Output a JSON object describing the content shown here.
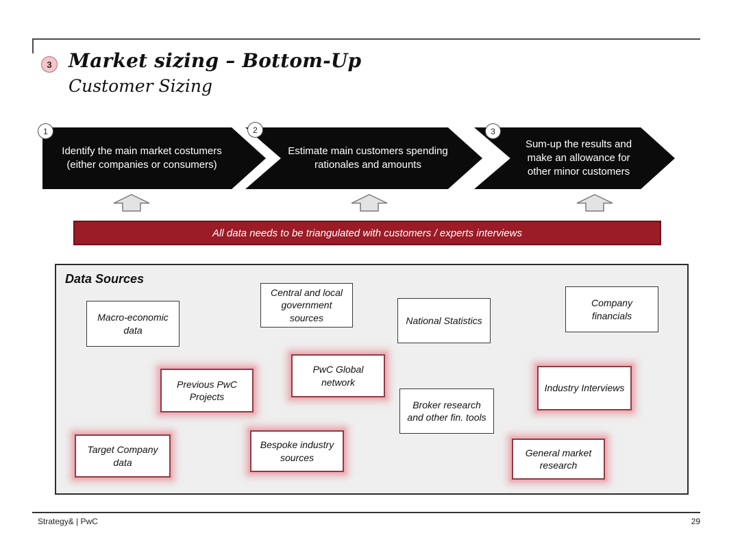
{
  "slide": {
    "badge": "3",
    "title": "Market sizing – Bottom-Up",
    "subtitle": "Customer Sizing"
  },
  "steps": [
    {
      "number": "1",
      "text": "Identify the main market costumers (either companies or consumers)"
    },
    {
      "number": "2",
      "text": "Estimate main customers spending rationales and amounts"
    },
    {
      "number": "3",
      "text": "Sum-up the results and make an allowance for other minor customers"
    }
  ],
  "banner": {
    "text": "All data needs to be triangulated with customers / experts interviews"
  },
  "data_sources": {
    "heading": "Data Sources",
    "items": [
      {
        "label": "Macro-economic data",
        "highlighted": false
      },
      {
        "label": "Central and local government sources",
        "highlighted": false
      },
      {
        "label": "National Statistics",
        "highlighted": false
      },
      {
        "label": "Company financials",
        "highlighted": false
      },
      {
        "label": "Previous PwC Projects",
        "highlighted": true
      },
      {
        "label": "PwC Global network",
        "highlighted": true
      },
      {
        "label": "Broker research and other fin. tools",
        "highlighted": false
      },
      {
        "label": "Industry Interviews",
        "highlighted": true
      },
      {
        "label": "Target Company data",
        "highlighted": true
      },
      {
        "label": "Bespoke industry sources",
        "highlighted": true
      },
      {
        "label": "General market research",
        "highlighted": true
      }
    ]
  },
  "footer": {
    "brand": "Strategy& | PwC",
    "page_number": "29"
  },
  "colors": {
    "banner_bg": "#9B1B27",
    "banner_border": "#6E1119",
    "arrow_fill": "#0B0B0B",
    "highlight_border": "#8D3A43",
    "highlight_glow": "#EFB0B8",
    "panel_bg": "#EFEFEF",
    "badge_bg": "#F2C6CA"
  }
}
